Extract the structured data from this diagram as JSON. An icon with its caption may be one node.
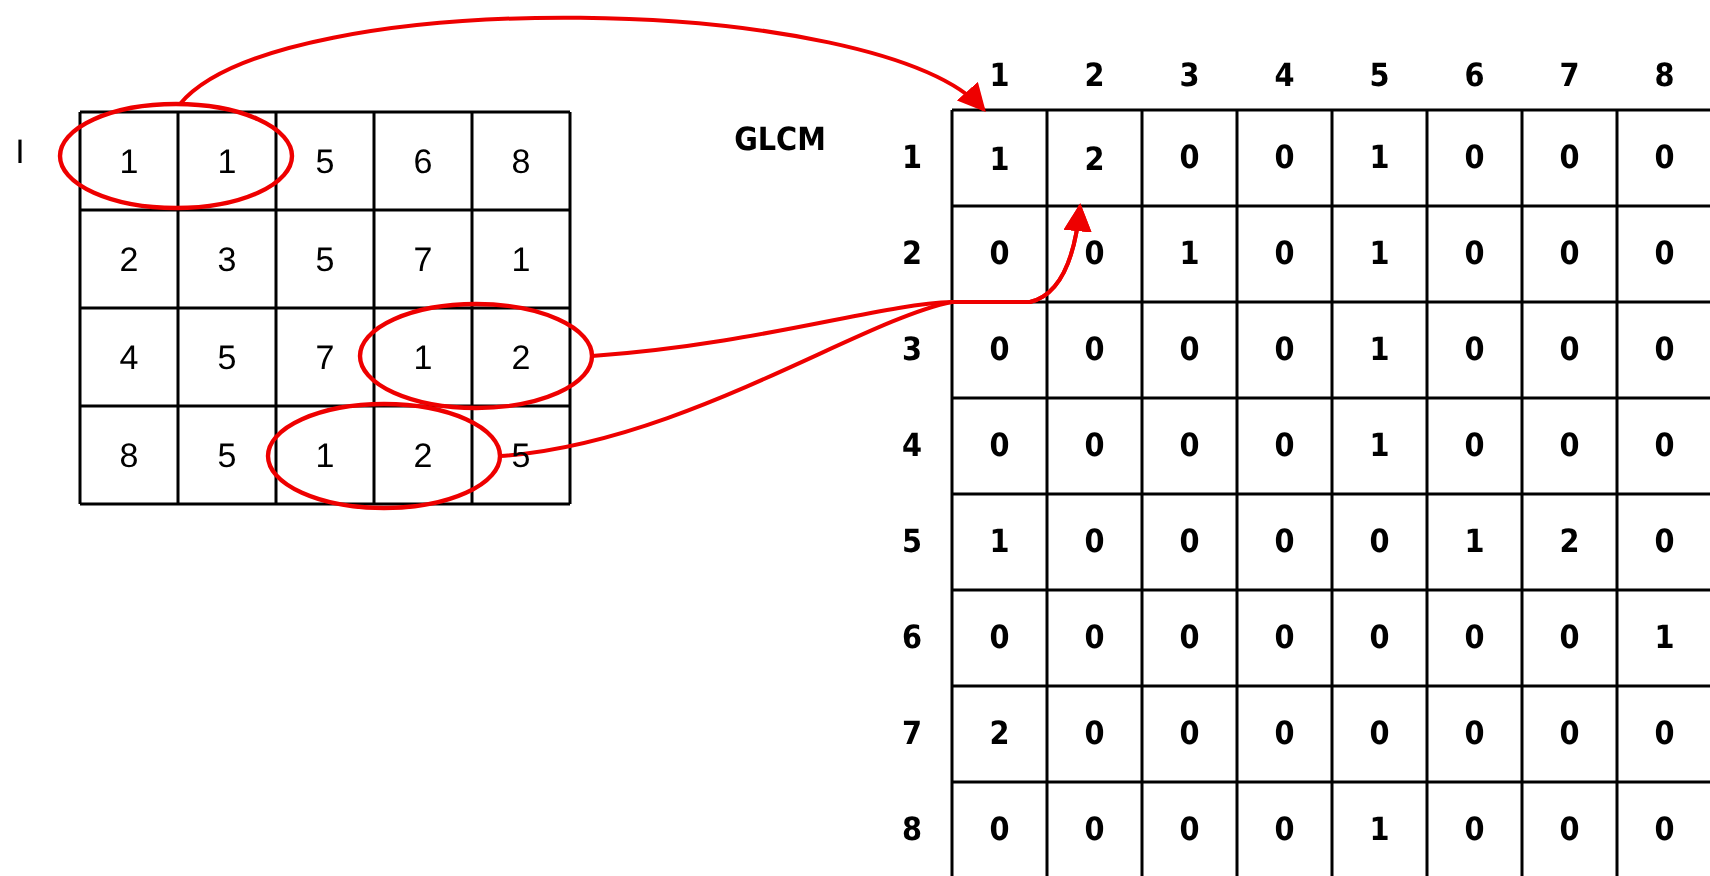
{
  "diagram": {
    "nodes": [
      {
        "text": [],
        "shape": "ellipse"
      },
      {
        "text": [],
        "shape": "ellipse"
      },
      {
        "text": [],
        "shape": "ellipse"
      },
      {
        "text": [
          "1"
        ]
      },
      {
        "text": [
          "2"
        ]
      }
    ],
    "edges": [
      {
        "from": 0,
        "to": 3,
        "arrow": "to"
      },
      {
        "from": 1,
        "to": 4,
        "arrow": "to"
      },
      {
        "from": 2,
        "to": 4,
        "arrow": "to"
      }
    ],
    "labels": [
      "I",
      "1",
      "1",
      "5",
      "6",
      "8",
      "2",
      "3",
      "5",
      "7",
      "1",
      "4",
      "5",
      "7",
      "1",
      "2",
      "8",
      "5",
      "1",
      "2",
      "5",
      "GLCM",
      "1",
      "2",
      "3",
      "4",
      "5",
      "6",
      "7",
      "8",
      "1",
      "0",
      "0",
      "1",
      "0",
      "0",
      "0",
      "2",
      "0",
      "0",
      "1",
      "0",
      "1",
      "0",
      "0",
      "0",
      "3",
      "0",
      "0",
      "0",
      "0",
      "1",
      "0",
      "0",
      "0",
      "4",
      "0",
      "0",
      "0",
      "0",
      "1",
      "0",
      "0",
      "0",
      "5",
      "1",
      "0",
      "0",
      "0",
      "0",
      "1",
      "2",
      "0",
      "6",
      "0",
      "0",
      "0",
      "0",
      "0",
      "0",
      "0",
      "1",
      "7",
      "2",
      "0",
      "0",
      "0",
      "0",
      "0",
      "0",
      "0",
      "8",
      "0",
      "0",
      "0",
      "0",
      "1",
      "0",
      "0",
      "0"
    ]
  }
}
